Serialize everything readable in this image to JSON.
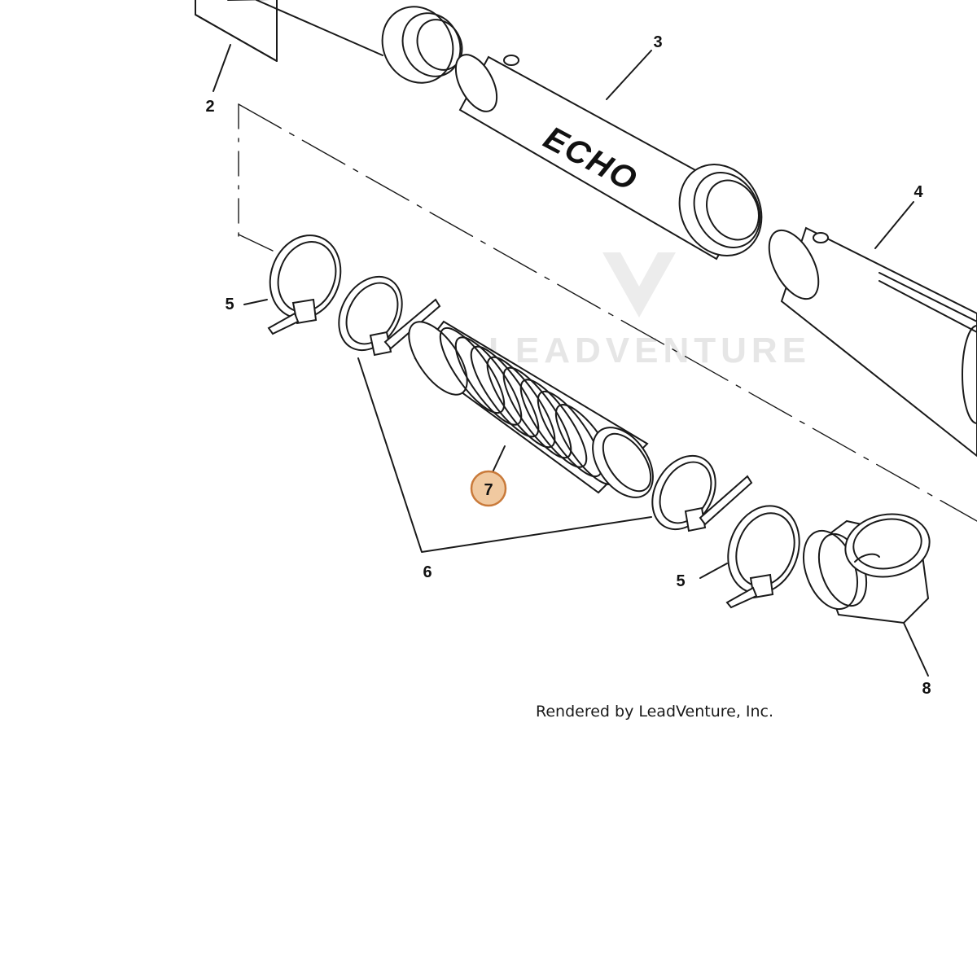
{
  "callouts": [
    {
      "id": "2",
      "label": "2"
    },
    {
      "id": "3",
      "label": "3"
    },
    {
      "id": "4",
      "label": "4"
    },
    {
      "id": "5",
      "label": "5"
    },
    {
      "id": "5b",
      "label": "5"
    },
    {
      "id": "6",
      "label": "6"
    },
    {
      "id": "7",
      "label": "7",
      "highlighted": true
    },
    {
      "id": "8",
      "label": "8"
    }
  ],
  "brand_mark": "ECHO",
  "watermark": "LEADVENTURE",
  "credit": "Rendered by LeadVenture, Inc.",
  "colors": {
    "highlight_fill": "#f0c9a0",
    "highlight_stroke": "#c97a3a",
    "line": "#1a1a1a",
    "watermark": "#e6e6e6"
  }
}
